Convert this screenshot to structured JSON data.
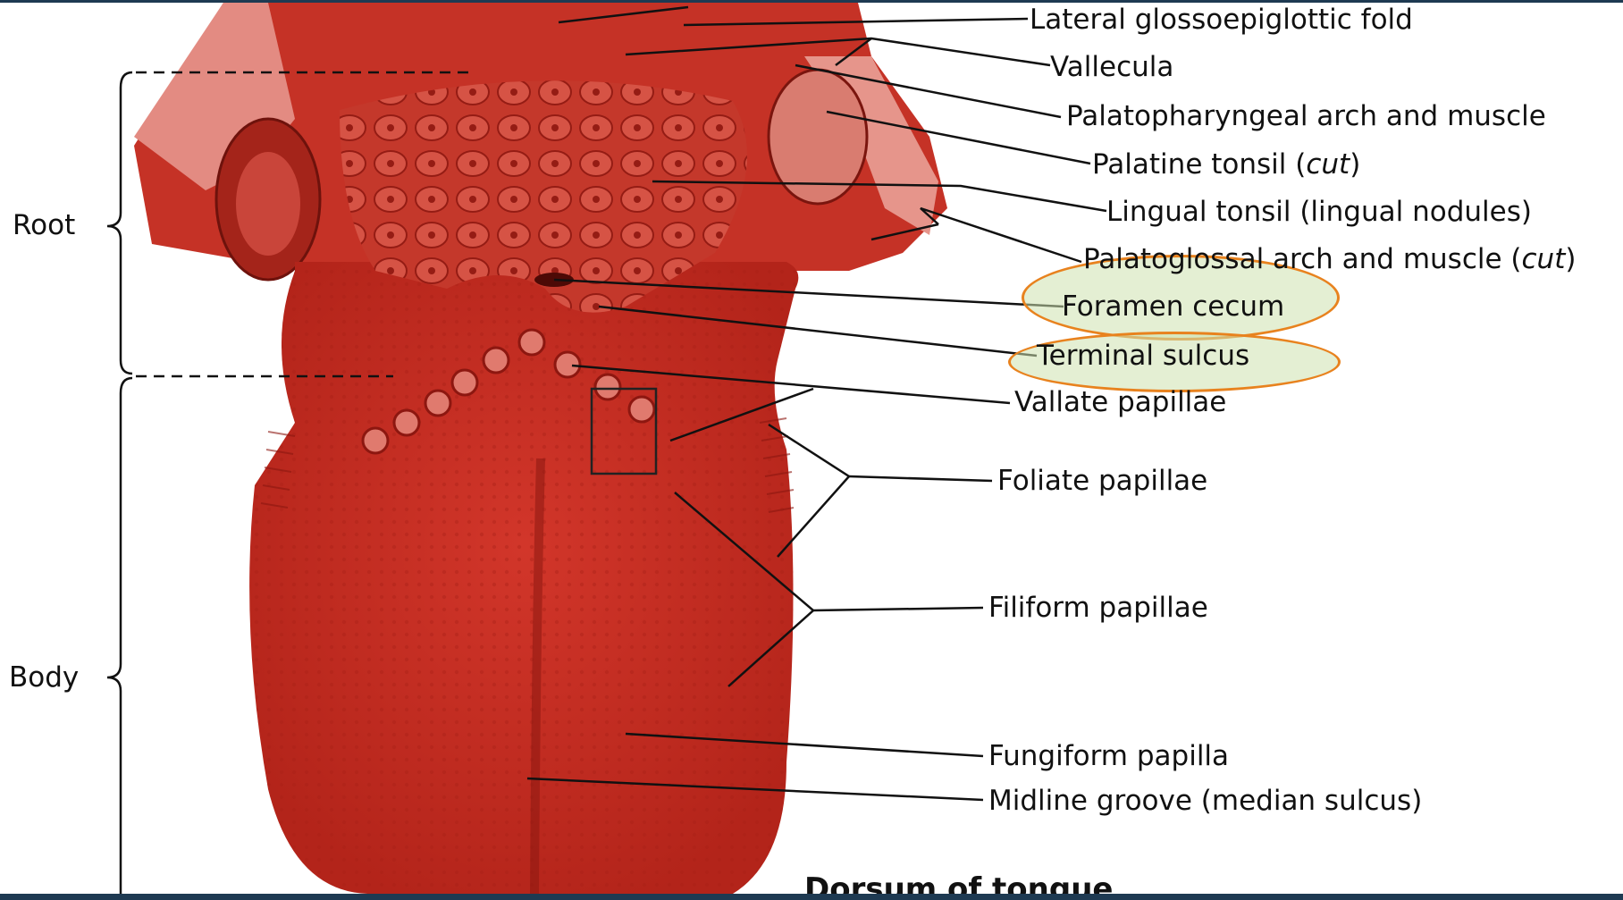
{
  "colors": {
    "tongue": "#c8291d",
    "tongue_dark": "#9e1a12",
    "highlight_fill": "#d6e7bf",
    "highlight_stroke": "#e8821e",
    "border": "#1e3a52"
  },
  "regions": {
    "root": "Root",
    "body": "Body"
  },
  "labels": {
    "lateral_glossoepiglottic_fold": "Lateral glossoepiglottic fold",
    "vallecula": "Vallecula",
    "palatopharyngeal_arch": "Palatopharyngeal arch and muscle",
    "palatine_tonsil": "Palatine tonsil",
    "palatine_tonsil_note": "cut",
    "lingual_tonsil": "Lingual tonsil (lingual nodules)",
    "palatoglossal_arch": "Palatoglossal arch and muscle",
    "palatoglossal_arch_note": "cut",
    "foramen_cecum": "Foramen cecum",
    "terminal_sulcus": "Terminal sulcus",
    "vallate_papillae": "Vallate papillae",
    "foliate_papillae": "Foliate papillae",
    "filiform_papillae": "Filiform papillae",
    "fungiform_papilla": "Fungiform papilla",
    "midline_groove": "Midline groove (median sulcus)"
  },
  "title": "Dorsum of tongue",
  "highlighted": [
    "Foramen cecum",
    "Terminal sulcus"
  ]
}
